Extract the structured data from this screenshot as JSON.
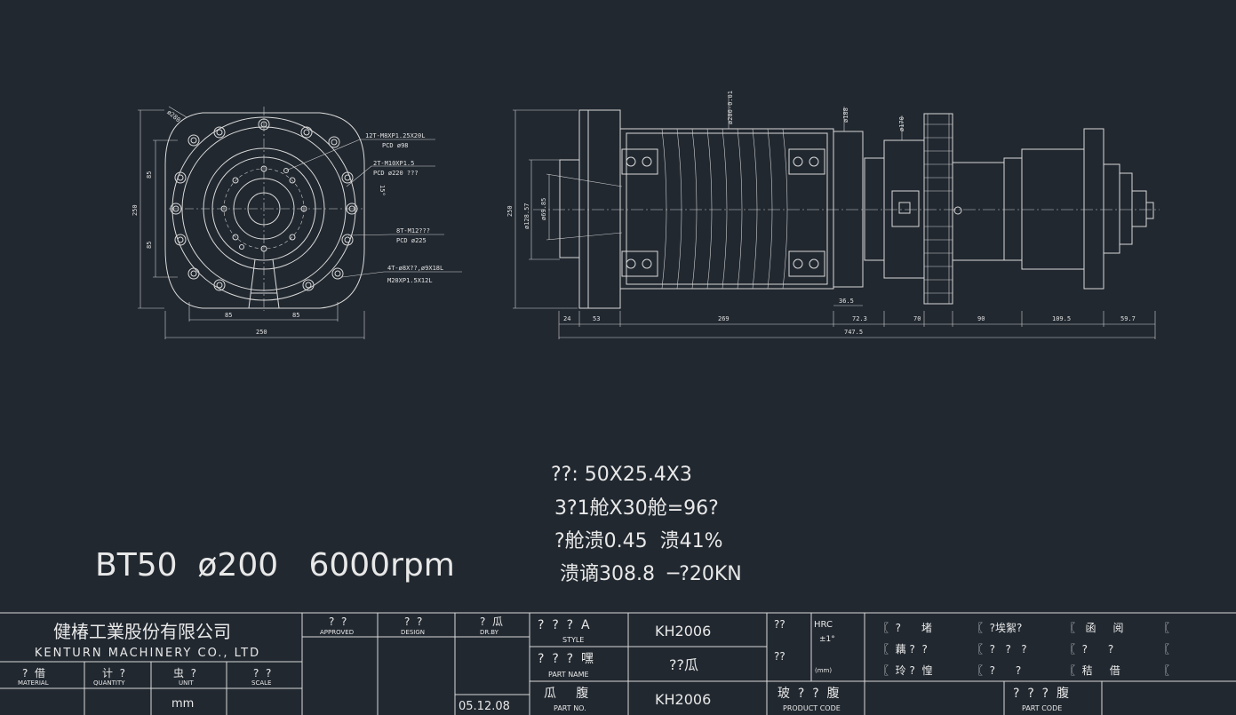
{
  "front_view": {
    "callouts": [
      "12T-M8XP1.25X20L",
      "PCD ø98",
      "2T-M10XP1.5",
      "PCD ø220 ???",
      "8T-M12???",
      "PCD ø225",
      "4T-ø8X??,ø9X18L",
      "M20XP1.5X12L"
    ],
    "dims": {
      "diag": "ø280",
      "v85a": "85",
      "v250": "250",
      "v85b": "85",
      "h85a": "85",
      "h85b": "85",
      "h250": "250",
      "ang": "15°"
    }
  },
  "side_view": {
    "dims": {
      "d200": "ø200-0.01",
      "d188": "ø188",
      "d170": "ø170",
      "h250": "250",
      "d128": "ø128.57",
      "d69": "ø69.85",
      "s24": "24",
      "s53": "53",
      "s269": "269",
      "s36": "36.5",
      "s72": "72.3",
      "s70": "70",
      "s90": "90",
      "s109": "109.5",
      "s59": "59.7",
      "total": "747.5"
    }
  },
  "main_title": "BT50  ø200   6000rpm",
  "specs": [
    "??: 50X25.4X3",
    "3?1舱X30舱=96?",
    "?舱溃0.45  溃41%",
    "溃谪308.8  ─?20KN"
  ],
  "title_block": {
    "company_cn": "健椿工業股份有限公司",
    "company_en": "KENTURN MACHINERY CO., LTD",
    "h_approved_cn": "?  ?",
    "h_approved_en": "APPROVED",
    "h_design_cn": "?  ?",
    "h_design_en": "DESIGN",
    "h_drby_cn": "?  瓜",
    "h_drby_en": "DR.BY",
    "h_material_cn": "?  借",
    "h_material_en": "MATERIAL",
    "h_quantity_cn": "计  ?",
    "h_quantity_en": "QUANTITY",
    "h_unit_cn": "虫  ?",
    "h_unit_en": "UNIT",
    "h_scale_cn": "?  ?",
    "h_scale_en": "SCALE",
    "unit_val": "mm",
    "date": "05.12.08",
    "style_cn": "?  ?  ?  A",
    "style_en": "STYLE",
    "style_val": "KH2006",
    "partname_cn": "?  ?  ?  嘿",
    "partname_en": "PART NAME",
    "partname_val": "??瓜",
    "partno_cn": "瓜     腹",
    "partno_en": "PART NO.",
    "partno_val": "KH2006",
    "hrc_q1": "??",
    "hrc": "HRC",
    "tol": "±1°",
    "hrc_q2": "??",
    "mm_small": "(mm)",
    "productcode_cn": "玻  ?  ?  腹",
    "productcode_en": "PRODUCT CODE",
    "partcode_cn": "?  ?  ?  腹",
    "partcode_en": "PART CODE",
    "grid_r1": [
      "〖  ?      堵",
      "〖  ?埃絮?",
      "〖   函     阅",
      "〖"
    ],
    "grid_r2": [
      "〖  藕 ?  ?",
      "〖  ?   ?   ?",
      "〖  ?      ?",
      "〖"
    ],
    "grid_r3": [
      "〖  玲 ?  惶",
      "〖  ?      ?",
      "〖  秸     借",
      "〖"
    ]
  },
  "colors": {
    "background": "#212830",
    "line": "#d9d9d9"
  }
}
